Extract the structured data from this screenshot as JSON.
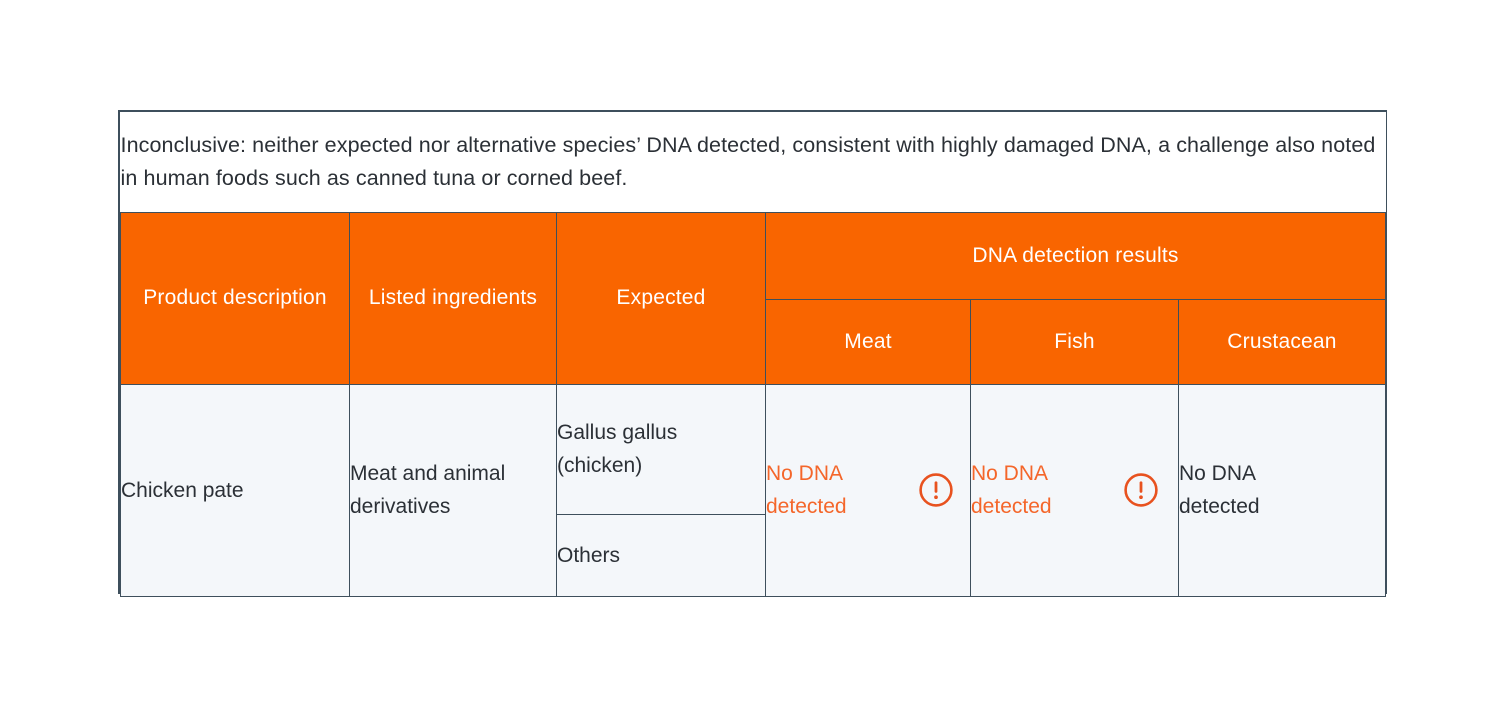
{
  "note": {
    "text": "Inconclusive: neither expected nor alternative species’ DNA detected, consistent with highly damaged DNA, a challenge also noted in human foods such as canned tuna or corned beef."
  },
  "table": {
    "headers": {
      "product_description": "Product description",
      "listed_ingredients": "Listed ingredients",
      "expected": "Expected",
      "results_group": "DNA detection results",
      "meat": "Meat",
      "fish": "Fish",
      "crustacean": "Crustacean"
    },
    "rows": [
      {
        "product_description": "Chicken pate",
        "listed_ingredients": "Meat and animal derivatives",
        "expected_primary": "Gallus gallus (chicken)",
        "expected_secondary": "Others",
        "meat": "No DNA detected",
        "meat_flag": "warning-circle-icon",
        "fish": "No DNA detected",
        "fish_flag": "warning-circle-icon",
        "crustacean": "No DNA detected",
        "crustacean_flag": ""
      }
    ]
  },
  "colors": {
    "header_orange": "#f96500",
    "border": "#3e4f5c",
    "body_background": "#f4f7fa",
    "warning_text": "#f4662a",
    "warning_icon": "#e8521f",
    "text_dark": "#2b3036"
  }
}
